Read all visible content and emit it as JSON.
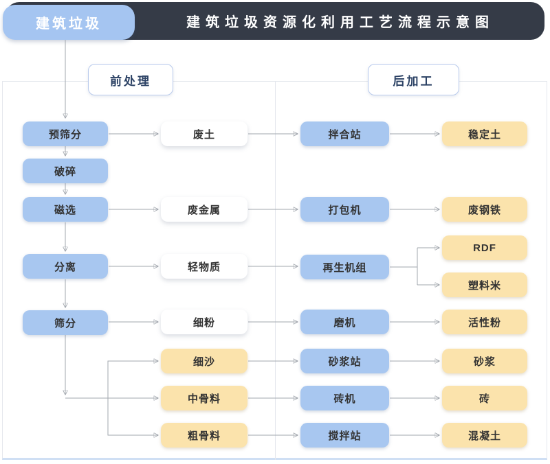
{
  "header": {
    "tab_label": "建筑垃圾",
    "title": "建筑垃圾资源化利用工艺流程示意图"
  },
  "sections": {
    "pre": "前处理",
    "post": "后加工"
  },
  "flow": {
    "col1": [
      "预筛分",
      "破碎",
      "磁选",
      "分离",
      "筛分"
    ],
    "col2": [
      "废土",
      "废金属",
      "轻物质",
      "细粉",
      "细沙",
      "中骨料",
      "粗骨料"
    ],
    "col3": [
      "拌合站",
      "打包机",
      "再生机组",
      "磨机",
      "砂浆站",
      "砖机",
      "搅拌站"
    ],
    "col4": [
      "稳定土",
      "废钢铁",
      "RDF",
      "塑料米",
      "活性粉",
      "砂浆",
      "砖",
      "混凝土"
    ]
  },
  "edges": [
    {
      "from": "建筑垃圾",
      "to": "预筛分"
    },
    {
      "from": "预筛分",
      "to": "破碎"
    },
    {
      "from": "预筛分",
      "to": "废土"
    },
    {
      "from": "破碎",
      "to": "磁选"
    },
    {
      "from": "磁选",
      "to": "分离"
    },
    {
      "from": "磁选",
      "to": "废金属"
    },
    {
      "from": "分离",
      "to": "筛分"
    },
    {
      "from": "分离",
      "to": "轻物质"
    },
    {
      "from": "筛分",
      "to": "细粉"
    },
    {
      "from": "筛分",
      "to": "细沙"
    },
    {
      "from": "筛分",
      "to": "中骨料"
    },
    {
      "from": "筛分",
      "to": "粗骨料"
    },
    {
      "from": "废土",
      "to": "拌合站"
    },
    {
      "from": "废金属",
      "to": "打包机"
    },
    {
      "from": "轻物质",
      "to": "再生机组"
    },
    {
      "from": "细粉",
      "to": "磨机"
    },
    {
      "from": "细沙",
      "to": "砂浆站"
    },
    {
      "from": "中骨料",
      "to": "砖机"
    },
    {
      "from": "粗骨料",
      "to": "搅拌站"
    },
    {
      "from": "拌合站",
      "to": "稳定土"
    },
    {
      "from": "打包机",
      "to": "废钢铁"
    },
    {
      "from": "再生机组",
      "to": "RDF"
    },
    {
      "from": "再生机组",
      "to": "塑料米"
    },
    {
      "from": "磨机",
      "to": "活性粉"
    },
    {
      "from": "砂浆站",
      "to": "砂浆"
    },
    {
      "from": "砖机",
      "to": "砖"
    },
    {
      "from": "搅拌站",
      "to": "混凝土"
    }
  ],
  "colors": {
    "header_dark": "#353b47",
    "node_blue": "#a8c7f0",
    "node_yellow": "#fbe3ac",
    "node_white": "#ffffff",
    "header_text": "#ffffff",
    "section_text": "#2b4164",
    "node_text": "#333333",
    "connector": "#a2a7ae",
    "panel_border": "#e4e7ed",
    "panel_bottom": "#cfdff4"
  }
}
